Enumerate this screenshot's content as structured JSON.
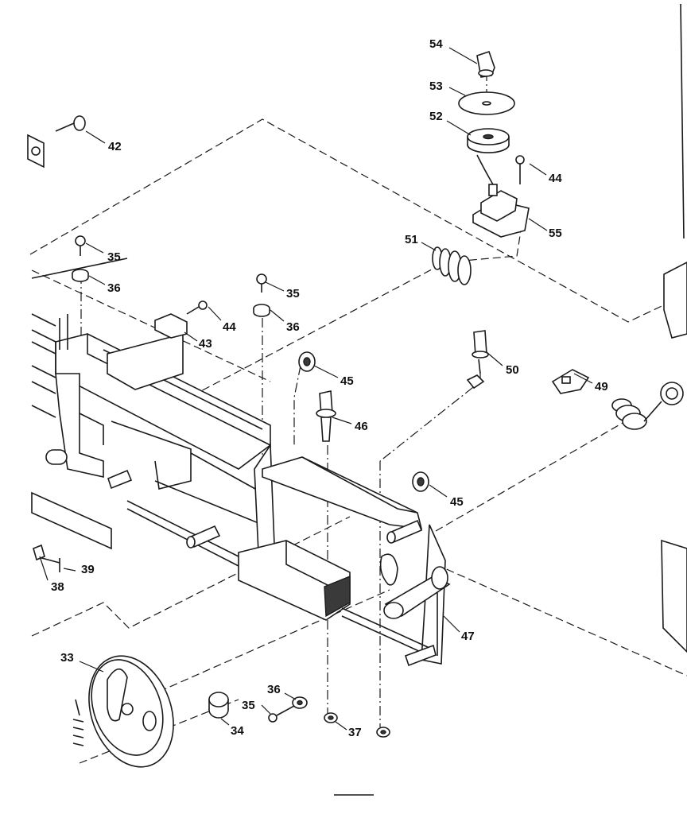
{
  "diagram": {
    "callouts": [
      {
        "id": "c54",
        "text": "54"
      },
      {
        "id": "c53",
        "text": "53"
      },
      {
        "id": "c52",
        "text": "52"
      },
      {
        "id": "c44a",
        "text": "44"
      },
      {
        "id": "c55",
        "text": "55"
      },
      {
        "id": "c42",
        "text": "42"
      },
      {
        "id": "c51",
        "text": "51"
      },
      {
        "id": "c35a",
        "text": "35"
      },
      {
        "id": "c36a",
        "text": "36"
      },
      {
        "id": "c35b",
        "text": "35"
      },
      {
        "id": "c36b",
        "text": "36"
      },
      {
        "id": "c44b",
        "text": "44"
      },
      {
        "id": "c43",
        "text": "43"
      },
      {
        "id": "c45a",
        "text": "45"
      },
      {
        "id": "c50",
        "text": "50"
      },
      {
        "id": "c49",
        "text": "49"
      },
      {
        "id": "c46",
        "text": "46"
      },
      {
        "id": "c45b",
        "text": "45"
      },
      {
        "id": "c47",
        "text": "47"
      },
      {
        "id": "c39",
        "text": "39"
      },
      {
        "id": "c38",
        "text": "38"
      },
      {
        "id": "c33",
        "text": "33"
      },
      {
        "id": "c36c",
        "text": "36"
      },
      {
        "id": "c35c",
        "text": "35"
      },
      {
        "id": "c34",
        "text": "34"
      },
      {
        "id": "c37",
        "text": "37"
      }
    ]
  }
}
